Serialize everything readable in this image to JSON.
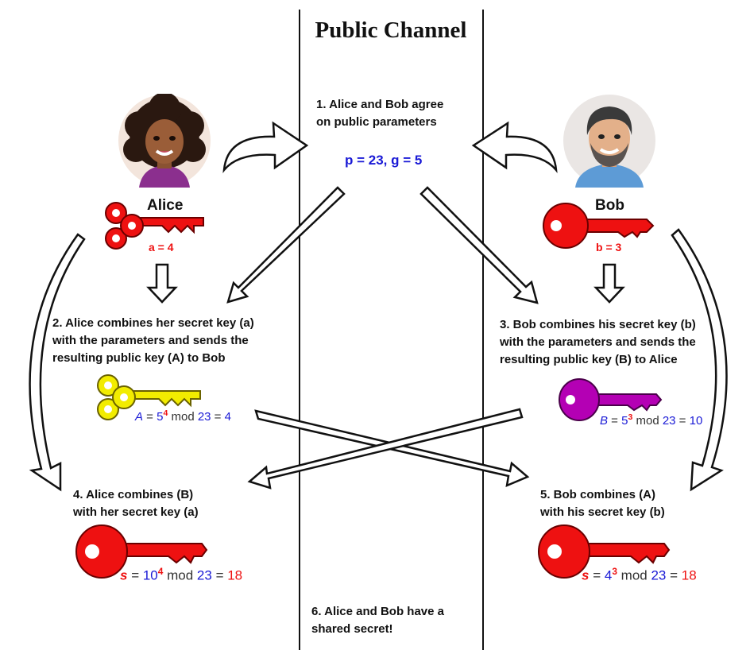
{
  "title": "Public Channel",
  "steps": {
    "s1": "1. Alice and Bob agree\non public parameters",
    "s2": "2. Alice combines her secret key (a)\nwith the parameters and sends the\nresulting public key (A) to Bob",
    "s3": "3. Bob combines his secret key (b)\nwith the parameters and sends the\nresulting public key (B) to Alice",
    "s4": "4. Alice combines (B)\nwith her secret key (a)",
    "s5": "5. Bob combines (A)\nwith his secret key (b)",
    "s6": "6. Alice and Bob have a\nshared secret!"
  },
  "params": "p = 23, g = 5",
  "alice": {
    "name": "Alice",
    "secret": "a = 4"
  },
  "bob": {
    "name": "Bob",
    "secret": "b = 3"
  },
  "eq_A": {
    "var": "A",
    "eq": " = ",
    "base": "5",
    "exp": "4",
    "mod": " mod ",
    "p": "23",
    "eq2": " = ",
    "res": "4"
  },
  "eq_B": {
    "var": "B",
    "eq": " = ",
    "base": "5",
    "exp": "3",
    "mod": " mod ",
    "p": "23",
    "eq2": " = ",
    "res": "10"
  },
  "eq_sa": {
    "var": "s",
    "eq": " = ",
    "base": "10",
    "exp": "4",
    "mod": " mod ",
    "p": "23",
    "eq2": " = ",
    "res": "18"
  },
  "eq_sb": {
    "var": "s",
    "eq": " = ",
    "base": "4",
    "exp": "3",
    "mod": " mod ",
    "p": "23",
    "eq2": " = ",
    "res": "18"
  },
  "colors": {
    "secret_key": "#ee1111",
    "alice_public_key": "#f2ec00",
    "bob_public_key": "#b400b4",
    "param_blue": "#1a1ad6"
  },
  "icons": [
    "alice-avatar",
    "bob-avatar",
    "key-icon",
    "curved-arrow",
    "block-arrow"
  ]
}
